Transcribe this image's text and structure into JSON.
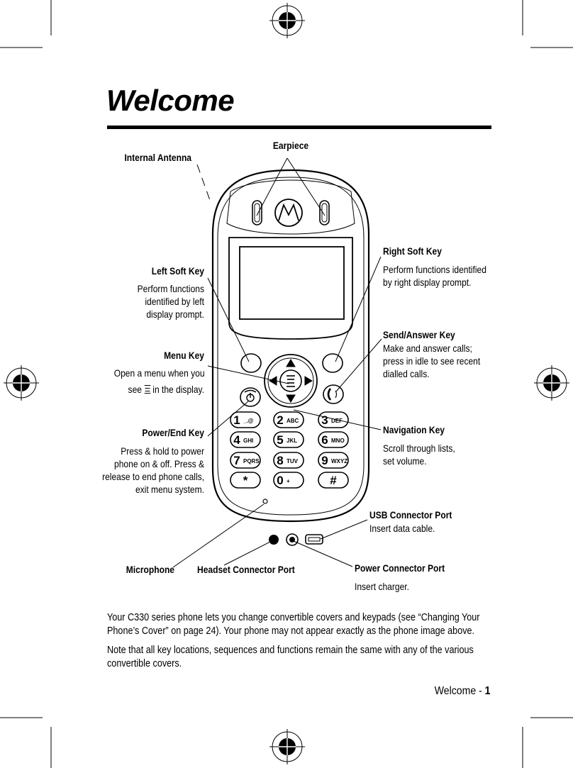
{
  "page": {
    "title": "Welcome",
    "footer_paragraph_1": "Your C330 series phone lets you change convertible covers and keypads (see “Changing Your Phone’s Cover” on page 24). Your phone may not appear exactly as the phone image above.",
    "footer_paragraph_2": "Note that all key locations, sequences and functions remain the same with any of the various convertible covers.",
    "page_label": "Welcome - ",
    "page_number": "1"
  },
  "callouts": {
    "earpiece": {
      "label": "Earpiece"
    },
    "internal_antenna": {
      "label": "Internal Antenna"
    },
    "left_soft_key": {
      "label": "Left Soft Key",
      "description": "Perform functions\nidentified by left\ndisplay prompt."
    },
    "right_soft_key": {
      "label": "Right Soft Key",
      "description": "Perform functions identified\nby right display prompt."
    },
    "send_answer_key": {
      "label": "Send/Answer Key",
      "description": "Make and answer calls;\npress in idle to see recent\ndialled calls."
    },
    "menu_key": {
      "label": "Menu Key",
      "description_before": "Open a menu when you",
      "description_see": "see",
      "description_after": "in the display."
    },
    "power_end_key": {
      "label": "Power/End Key",
      "description": "Press & hold to power\nphone on & off. Press &\nrelease to end phone calls,\nexit menu system."
    },
    "navigation_key": {
      "label": "Navigation Key",
      "description": "Scroll through lists,\nset volume."
    },
    "usb_connector_port": {
      "label": "USB Connector Port",
      "description": "Insert data cable."
    },
    "microphone": {
      "label": "Microphone"
    },
    "headset_connector_port": {
      "label": "Headset Connector Port"
    },
    "power_connector_port": {
      "label": "Power Connector Port",
      "description": "Insert charger."
    }
  },
  "keypad": {
    "keys": [
      {
        "digit": "1",
        "letters": "_.@"
      },
      {
        "digit": "2",
        "letters": "ABC"
      },
      {
        "digit": "3",
        "letters": "DEF"
      },
      {
        "digit": "4",
        "letters": "GHI"
      },
      {
        "digit": "5",
        "letters": "JKL"
      },
      {
        "digit": "6",
        "letters": "MNO"
      },
      {
        "digit": "7",
        "letters": "PQRS"
      },
      {
        "digit": "8",
        "letters": "TUV"
      },
      {
        "digit": "9",
        "letters": "WXYZ"
      },
      {
        "digit": "*",
        "letters": ""
      },
      {
        "digit": "0",
        "letters": "+"
      },
      {
        "digit": "#",
        "letters": ""
      }
    ]
  },
  "icons": [
    "registration-mark-icon",
    "motorola-logo-icon",
    "menu-icon",
    "end-call-icon",
    "send-call-icon",
    "usb-icon"
  ]
}
